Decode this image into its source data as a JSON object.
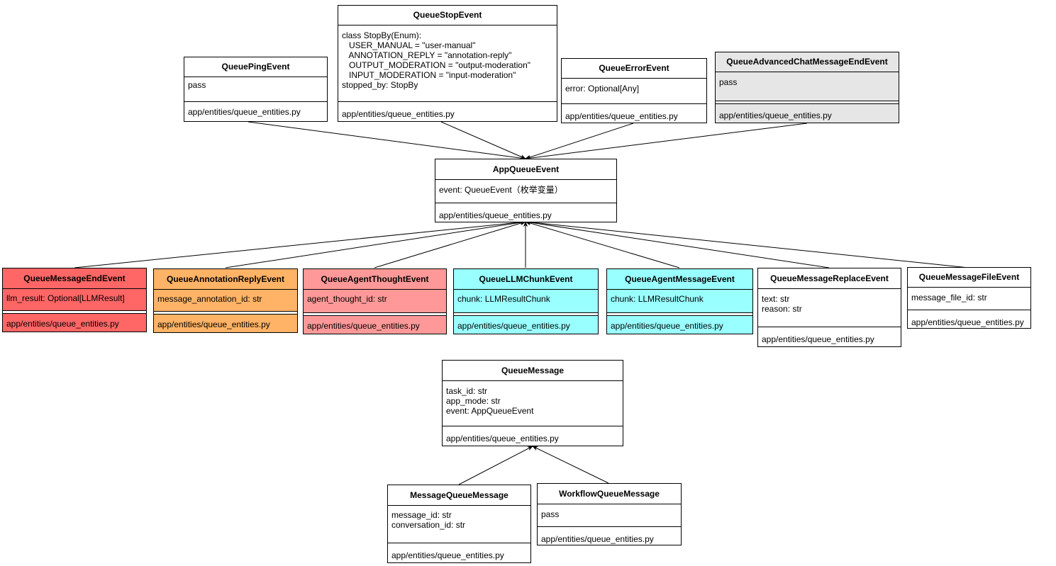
{
  "classes": {
    "queue_stop_event": {
      "name": "QueueStopEvent",
      "attrs": "class StopBy(Enum):\n   USER_MANUAL = \"user-manual\"\n   ANNOTATION_REPLY = \"annotation-reply\"\n   OUTPUT_MODERATION = \"output-moderation\"\n   INPUT_MODERATION = \"input-moderation\"\nstopped_by: StopBy",
      "path": "app/entities/queue_entities.py"
    },
    "queue_ping_event": {
      "name": "QueuePingEvent",
      "attrs": "pass",
      "path": "app/entities/queue_entities.py"
    },
    "queue_error_event": {
      "name": "QueueErrorEvent",
      "attrs": "error: Optional[Any]",
      "path": "app/entities/queue_entities.py"
    },
    "queue_advanced_chat_message_end_event": {
      "name": "QueueAdvancedChatMessageEndEvent",
      "attrs": "pass",
      "path": "app/entities/queue_entities.py"
    },
    "app_queue_event": {
      "name": "AppQueueEvent",
      "attrs": "event: QueueEvent（枚举变量）",
      "path": "app/entities/queue_entities.py"
    },
    "queue_message_end_event": {
      "name": "QueueMessageEndEvent",
      "attrs": "llm_result: Optional[LLMResult]",
      "path": "app/entities/queue_entities.py"
    },
    "queue_annotation_reply_event": {
      "name": "QueueAnnotationReplyEvent",
      "attrs": "message_annotation_id: str",
      "path": "app/entities/queue_entities.py"
    },
    "queue_agent_thought_event": {
      "name": "QueueAgentThoughtEvent",
      "attrs": "agent_thought_id: str",
      "path": "app/entities/queue_entities.py"
    },
    "queue_llm_chunk_event": {
      "name": "QueueLLMChunkEvent",
      "attrs": "chunk: LLMResultChunk",
      "path": "app/entities/queue_entities.py"
    },
    "queue_agent_message_event": {
      "name": "QueueAgentMessageEvent",
      "attrs": "chunk: LLMResultChunk",
      "path": "app/entities/queue_entities.py"
    },
    "queue_message_replace_event": {
      "name": "QueueMessageReplaceEvent",
      "attrs": "text: str\nreason: str",
      "path": "app/entities/queue_entities.py"
    },
    "queue_message_file_event": {
      "name": "QueueMessageFileEvent",
      "attrs": "message_file_id: str",
      "path": "app/entities/queue_entities.py"
    },
    "queue_message": {
      "name": "QueueMessage",
      "attrs": "task_id: str\napp_mode: str\nevent: AppQueueEvent",
      "path": "app/entities/queue_entities.py"
    },
    "message_queue_message": {
      "name": "MessageQueueMessage",
      "attrs": "message_id: str\nconversation_id: str",
      "path": "app/entities/queue_entities.py"
    },
    "workflow_queue_message": {
      "name": "WorkflowQueueMessage",
      "attrs": "pass",
      "path": "app/entities/queue_entities.py"
    }
  },
  "colors": {
    "red": "#ff6666",
    "orange": "#ffb366",
    "pink": "#ff9999",
    "cyan": "#99ffff",
    "gray": "#e6e6e6",
    "white": "#ffffff"
  }
}
